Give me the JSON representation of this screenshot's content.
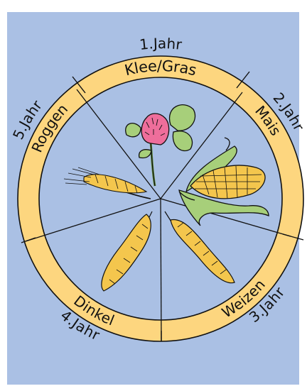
{
  "colors": {
    "background": "#aac0e4",
    "ring": "#fdd67f",
    "outline": "#111111",
    "crop_gold": "#f4c64d",
    "leaf_green": "#a7cf7a",
    "clover_pink": "#ee6e9b"
  },
  "segments": [
    {
      "crop": "Klee/Gras",
      "year": "1.Jahr",
      "icon": "clover-icon"
    },
    {
      "crop": "Mais",
      "year": "2.Jahr",
      "icon": "corn-icon"
    },
    {
      "crop": "Weizen",
      "year": "3.Jahr",
      "icon": "wheat-icon"
    },
    {
      "crop": "Dinkel",
      "year": "4.Jahr",
      "icon": "spelt-icon"
    },
    {
      "crop": "Roggen",
      "year": "5.Jahr",
      "icon": "rye-icon"
    }
  ]
}
